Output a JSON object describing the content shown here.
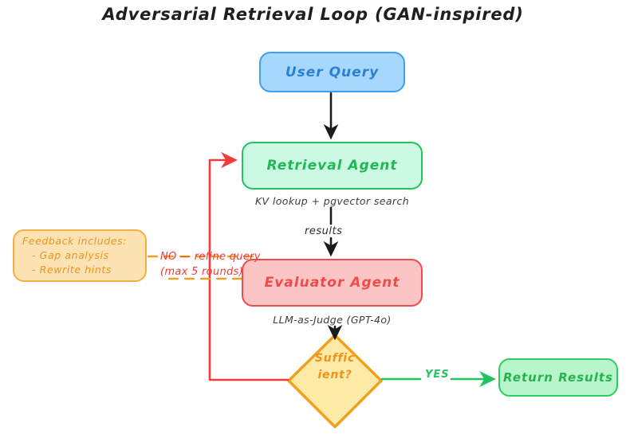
{
  "title": "Adversarial Retrieval Loop (GAN-inspired)",
  "nodes": {
    "user_query": {
      "label": "User Query"
    },
    "retrieval_agent": {
      "label": "Retrieval Agent",
      "caption": "KV lookup + pgvector search"
    },
    "evaluator_agent": {
      "label": "Evaluator Agent",
      "caption": "LLM-as-Judge (GPT-4o)"
    },
    "sufficient": {
      "label_line1": "Suffic",
      "label_line2": "ient?"
    },
    "return_results": {
      "label": "Return Results"
    },
    "feedback_note": {
      "line1": "Feedback includes:",
      "line2": "- Gap analysis",
      "line3": "- Rewrite hints"
    }
  },
  "edges": {
    "results": {
      "label": "results"
    },
    "yes": {
      "label": "YES"
    },
    "no_refine": {
      "line1": "NO — refine query",
      "line2": "(max 5 rounds)"
    }
  },
  "colors": {
    "blue_fill": "#a6d8fd",
    "blue_stroke": "#3aa0f0",
    "blue_text": "#2b7fd4",
    "green_fill": "#ccf9e2",
    "green_stroke": "#22c45e",
    "green_text": "#1eb954",
    "red_fill": "#fcc5c5",
    "red_stroke": "#ef4b4b",
    "red_text": "#ef4b4b",
    "orange_fill": "#fdeaa7",
    "orange_stroke": "#f0a020",
    "orange_text": "#f0921a",
    "note_fill": "#fde3b4",
    "note_stroke": "#f5b041",
    "arrow_black": "#1b1b1b",
    "arrow_red": "#f03c3c",
    "arrow_green": "#22c45e",
    "caption_text": "#3d3d3d"
  }
}
